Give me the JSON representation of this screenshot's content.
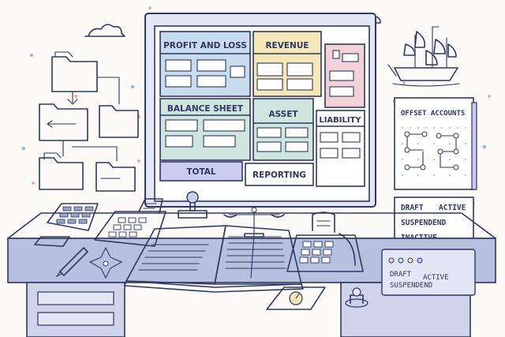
{
  "monitor": {
    "panels": {
      "profit_and_loss": "PROFIT AND LOSS",
      "revenue": "REVENUE",
      "balance_sheet": "BALANCE SHEET",
      "asset": "ASSET",
      "liability": "LIABILITY",
      "total": "TOTAL",
      "reporting": "REPORTING"
    }
  },
  "offset_card": {
    "title": "OFFSET ACCOUNTS"
  },
  "status_card": {
    "draft": "DRAFT",
    "active": "ACTIVE",
    "suspendend": "SUSPENDEND",
    "inactive": "INACTIVE"
  },
  "desk_panel": {
    "draft": "DRAFT",
    "active": "ACTIVE",
    "suspendend": "SUSPENDEND"
  },
  "colors": {
    "outline": "#2f3762",
    "panel_blue": "#c9dcef",
    "panel_yellow": "#f4e7b8",
    "panel_pink": "#f2d2d6",
    "panel_green": "#cfe6df",
    "total_lavender": "#c8cdef",
    "desk": "#b8c0e0"
  },
  "icons": [
    "folder-icon",
    "cloud-icon",
    "ship-icon",
    "stamp-icon",
    "balance-scale-icon",
    "calculator-icon",
    "pen-icon",
    "compass-rose-icon",
    "open-ledger-icon",
    "knob-icon"
  ]
}
